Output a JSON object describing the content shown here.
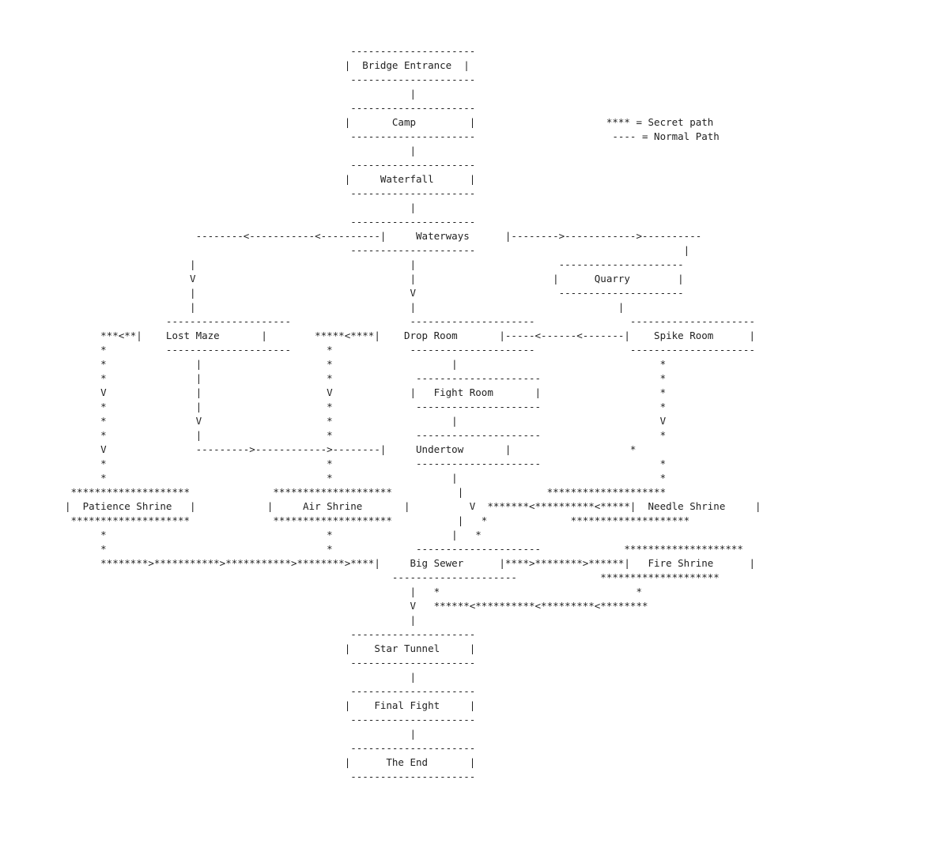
{
  "map": {
    "lines": [
      "                                                ---------------------",
      "                                               |  Bridge Entrance  |",
      "                                                ---------------------",
      "                                                          |",
      "                                                ---------------------",
      "                                               |       Camp         |                      **** = Secret path",
      "                                                ---------------------                       ---- = Normal Path",
      "                                                          |",
      "                                                ---------------------",
      "                                               |     Waterfall      |",
      "                                                ---------------------",
      "                                                          |",
      "                                                ---------------------",
      "                      --------<-----------<----------|     Waterways      |-------->------------>----------",
      "                                                ---------------------                                   |",
      "                     |                                    |                        ---------------------",
      "                     V                                    |                       |      Quarry        |",
      "                     |                                    V                        ---------------------",
      "                     |                                    |                                  |",
      "                 ---------------------                    ---------------------                ---------------------",
      "      ***<**|    Lost Maze       |        *****<****|    Drop Room       |-----<------<-------|    Spike Room      |",
      "      *          ---------------------      *             ---------------------                ---------------------",
      "      *               |                     *                    |                                  *",
      "      *               |                     *              ---------------------                    *",
      "      V               |                     V             |   Fight Room       |                    *",
      "      *               |                     *              ---------------------                    *",
      "      *               V                     *                    |                                  V",
      "      *               |                     *              ---------------------                    *",
      "      V               --------->------------>--------|     Undertow       |                    *",
      "      *                                     *              ---------------------                    *",
      "      *                                     *                    |                                  *",
      " ********************              ********************           |              ********************",
      "|  Patience Shrine   |            |     Air Shrine       |          V  *******<**********<*****|  Needle Shrine     |",
      " ********************              ********************           |   *              ********************",
      "      *                                     *                    |   *",
      "      *                                     *              ---------------------              ********************",
      "      ********>***********>***********>********>****|     Big Sewer      |****>********>******|   Fire Shrine      |",
      "                                                       ---------------------              ********************",
      "                                                          |   *                                 *",
      "                                                          V   ******<**********<*********<********",
      "                                                          |",
      "                                                ---------------------",
      "                                               |    Star Tunnel     |",
      "                                                ---------------------",
      "                                                          |",
      "                                                ---------------------",
      "                                               |    Final Fight     |",
      "                                                ---------------------",
      "                                                          |",
      "                                                ---------------------",
      "                                               |      The End       |",
      "                                                ---------------------"
    ]
  }
}
